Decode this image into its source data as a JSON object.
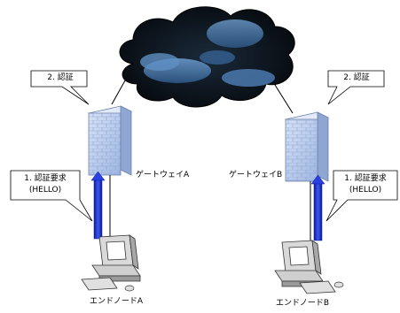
{
  "diagram": {
    "gateway_a": {
      "label": "ゲートウェイA"
    },
    "gateway_b": {
      "label": "ゲートウェイB"
    },
    "node_a": {
      "label": "エンドノードA"
    },
    "node_b": {
      "label": "エンドノードB"
    },
    "auth_callout_a": {
      "text": "2. 認証"
    },
    "auth_callout_b": {
      "text": "2. 認証"
    },
    "request_callout_a": {
      "line1": "1. 認証要求",
      "line2": "(HELLO)"
    },
    "request_callout_b": {
      "line1": "1. 認証要求",
      "line2": "(HELLO)"
    }
  },
  "colors": {
    "arrow": "#1f2fd0",
    "cloud_dark": "#101820",
    "cloud_light": "#4a80b8",
    "firewall": "#b7c8ea",
    "line": "#000000"
  }
}
